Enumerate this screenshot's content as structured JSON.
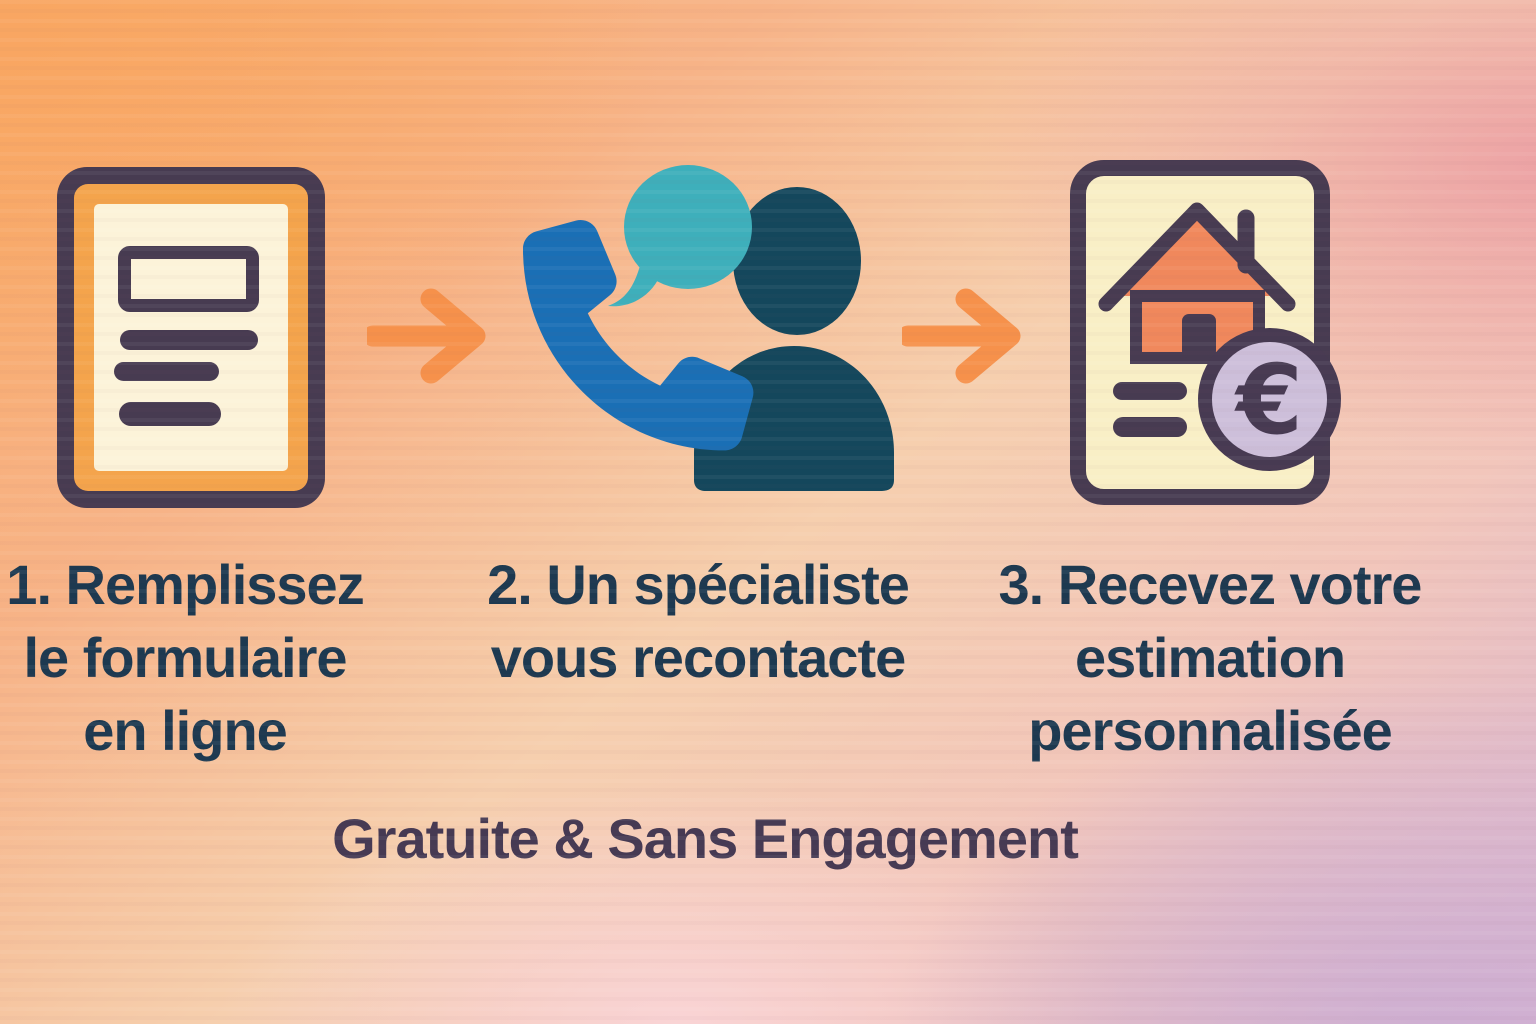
{
  "steps": [
    {
      "index": "1",
      "icon": "form-document-icon",
      "lines": [
        "1. Remplissez",
        "le formulaire",
        "en ligne"
      ]
    },
    {
      "index": "2",
      "icon": "phone-specialist-icon",
      "lines": [
        "2. Un spécialiste",
        "vous recontacte"
      ]
    },
    {
      "index": "3",
      "icon": "house-estimate-euro-icon",
      "lines": [
        "3. Recevez votre",
        "estimation",
        "personnalisée"
      ],
      "coin_symbol": "€"
    }
  ],
  "separator_icon": "arrow-right-icon",
  "footer": {
    "text": "Gratuite & Sans Engagement"
  },
  "colors": {
    "step_text": "#1d3950",
    "footer_text": "#463a53",
    "icon_outline": "#473b51",
    "arrow_orange": "#f6914b",
    "frame_orange": "#f4a44c",
    "paper_cream": "#fcf3d9",
    "doc_yellow": "#f9efc6",
    "house_orange": "#f0885c",
    "phone_blue": "#1a6fb5",
    "bubble_teal": "#3eafbb",
    "person_navy": "#14475c",
    "coin_lavender": "#cdbfda",
    "bg_top_left": "#f9aa68",
    "bg_top_right": "#eb9ca2",
    "bg_bottom_right": "#d9b5d0"
  }
}
